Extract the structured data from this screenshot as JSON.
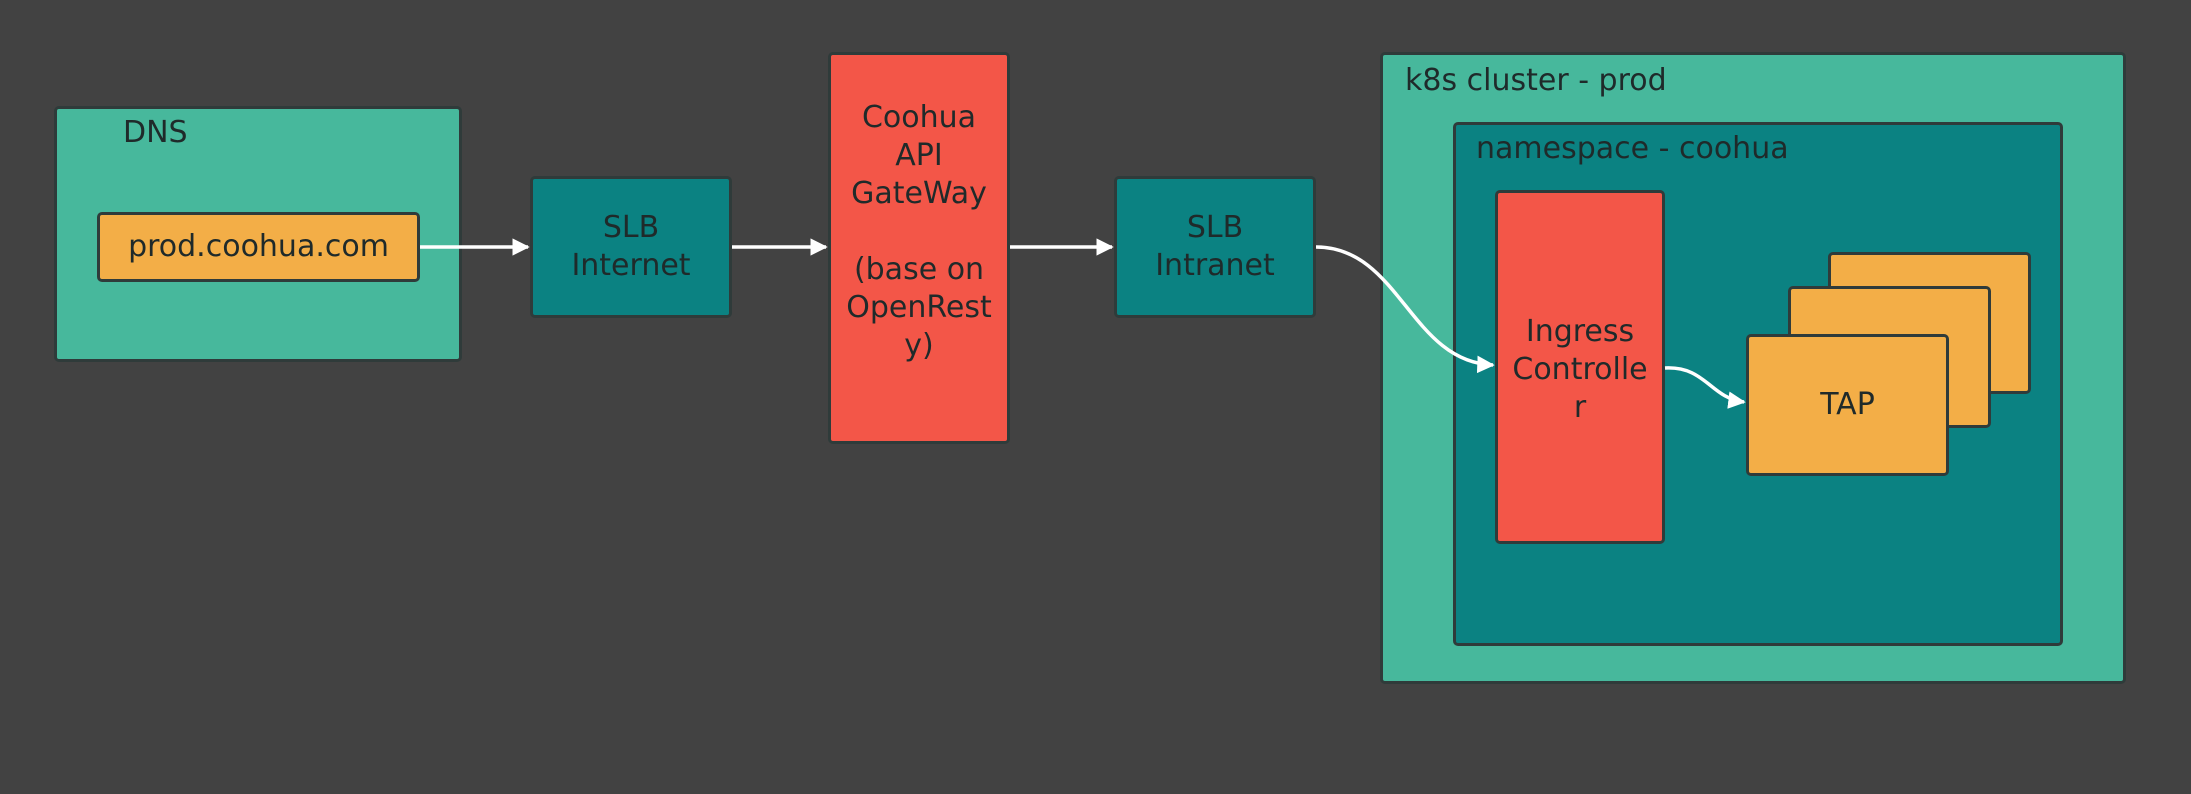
{
  "dns": {
    "title": "DNS",
    "domain": "prod.coohua.com"
  },
  "slb_internet": {
    "label": "SLB\nInternet"
  },
  "gateway": {
    "label": "Coohua\nAPI\nGateWay\n\n (base on\nOpenRest\ny)"
  },
  "slb_intranet": {
    "label": "SLB\nIntranet"
  },
  "cluster": {
    "title": "k8s cluster - prod"
  },
  "namespace": {
    "title": "namespace - coohua"
  },
  "ingress": {
    "label": "Ingress\nControlle\nr"
  },
  "tap": {
    "label": "TAP"
  },
  "colors": {
    "background": "#424242",
    "container": "#47b89c",
    "teal": "#0b8282",
    "red": "#f35648",
    "orange": "#f3ae47",
    "edge": "#ffffff"
  }
}
